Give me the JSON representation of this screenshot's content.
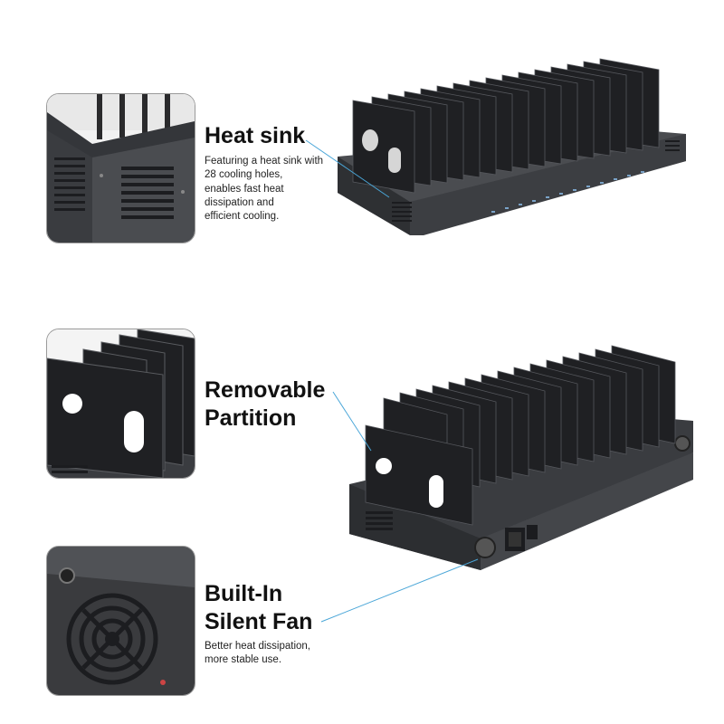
{
  "features": [
    {
      "title": "Heat sink",
      "description": "Featuring a heat sink with\n28 cooling holes,\nenables fast heat\ndissipation and\nefficient cooling."
    },
    {
      "title": "Removable\nPartition",
      "description": ""
    },
    {
      "title": "Built-In\nSilent Fan",
      "description": "Better heat dissipation,\nmore stable use."
    }
  ],
  "colors": {
    "leader_line": "#4aa6d8",
    "device_body": "#3a3c40",
    "partition": "#1f2023"
  },
  "icons": [
    "heat-sink-closeup",
    "partition-closeup",
    "fan-closeup"
  ]
}
